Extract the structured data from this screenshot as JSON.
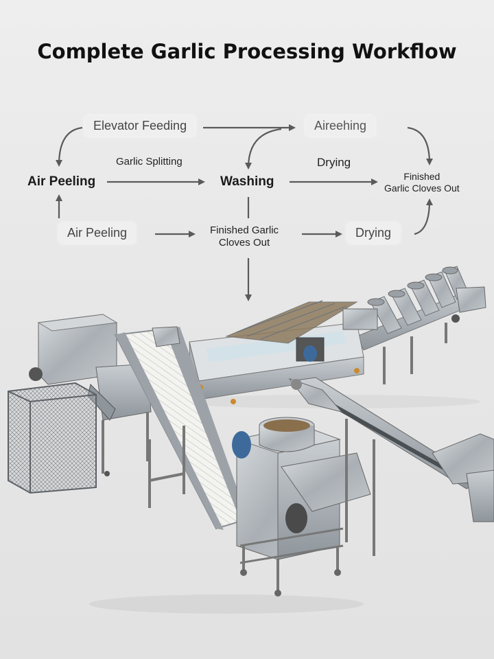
{
  "title": "Complete Garlic Processing Workflow",
  "nodes": {
    "elevator_feeding": "Elevator Feeding",
    "aireehing": "Aireehing",
    "garlic_splitting": "Garlic Splitting",
    "air_peeling_main": "Air Peeling",
    "washing": "Washing",
    "drying_top": "Drying",
    "finished_top_line1": "Finished",
    "finished_top_line2": "Garlic Cloves Out",
    "air_peeling_bottom": "Air Peeling",
    "finished_mid_line1": "Finished Garlic",
    "finished_mid_line2": "Cloves Out",
    "drying_bottom": "Drying"
  },
  "colors": {
    "arrow": "#5a5a5a",
    "steel": "#b9bec3",
    "steel_dark": "#7d8389",
    "belt": "#f2f2ef"
  },
  "machines": [
    "garlic-splitting-machine",
    "inclined-belt-elevator",
    "air-peeling-machine",
    "bubble-washing-machine",
    "roller-drying-line",
    "output-conveyor"
  ]
}
